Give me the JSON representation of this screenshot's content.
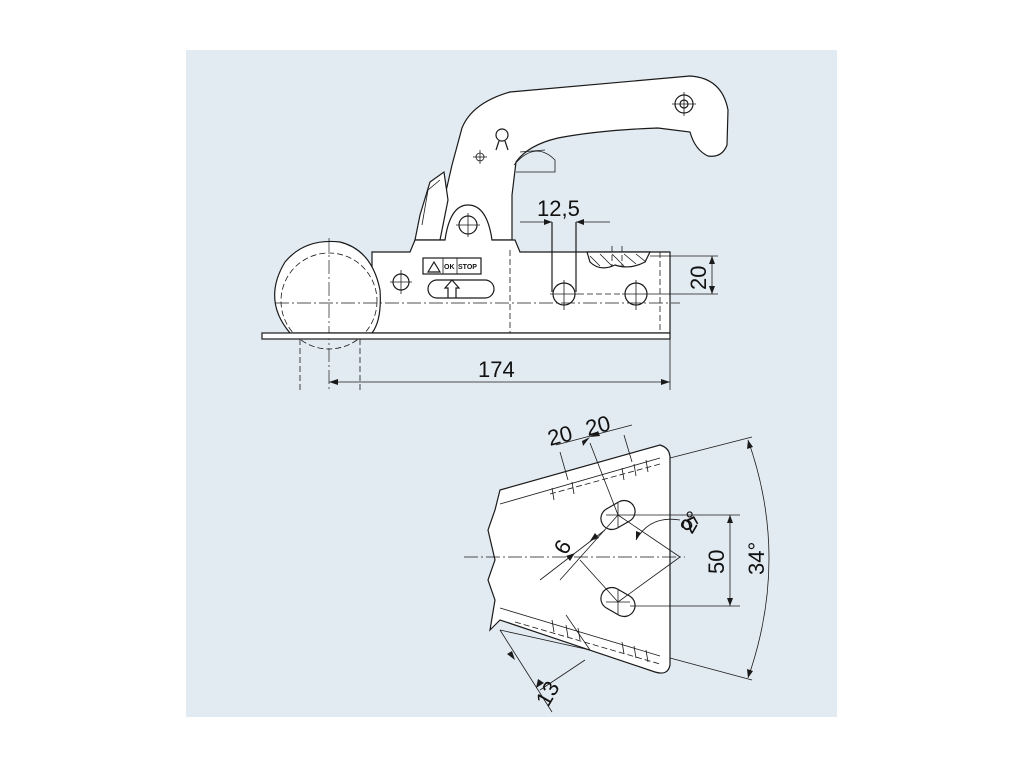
{
  "top_view": {
    "dim_pitch": "12,5",
    "dim_height": "20",
    "dim_length": "174",
    "label_ok": "OK",
    "label_stop": "STOP"
  },
  "bottom_view": {
    "dim_offset_1": "20",
    "dim_offset_2": "20",
    "dim_slot_width": "6",
    "dim_radius": "5",
    "dim_angle_small": "2°",
    "dim_spacing": "50",
    "dim_angle_large": "34°",
    "dim_flange": "13"
  }
}
